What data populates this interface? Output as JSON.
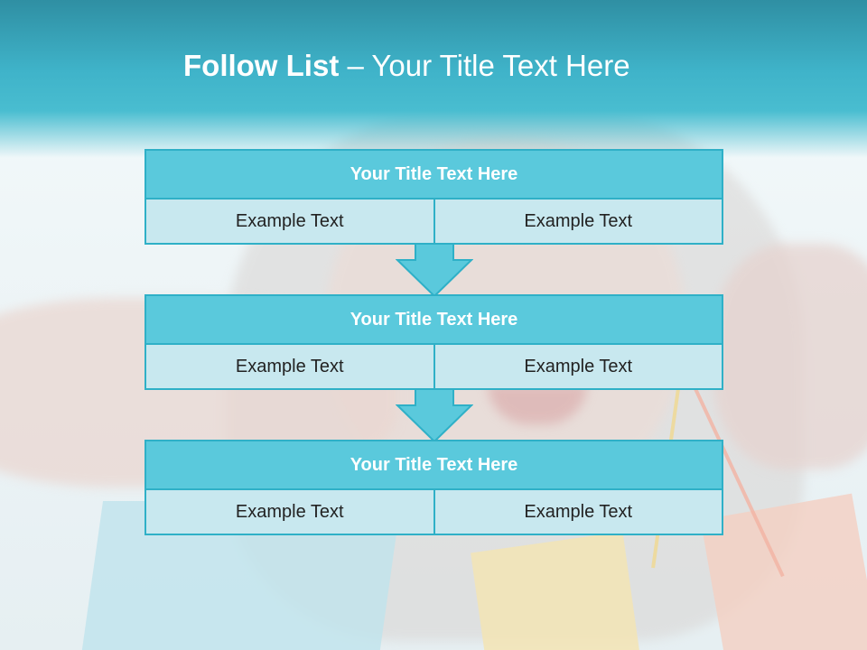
{
  "header": {
    "title_bold": "Follow List",
    "title_rest": "– Your Title Text Here"
  },
  "steps": [
    {
      "title": "Your Title Text Here",
      "left": "Example Text",
      "right": "Example Text"
    },
    {
      "title": "Your Title Text Here",
      "left": "Example Text",
      "right": "Example Text"
    },
    {
      "title": "Your Title Text Here",
      "left": "Example Text",
      "right": "Example Text"
    }
  ],
  "colors": {
    "header": "#3fb3c9",
    "box_title": "#5ac9dc",
    "box_cell": "#c8e8ef",
    "border": "#2fb0c7"
  }
}
